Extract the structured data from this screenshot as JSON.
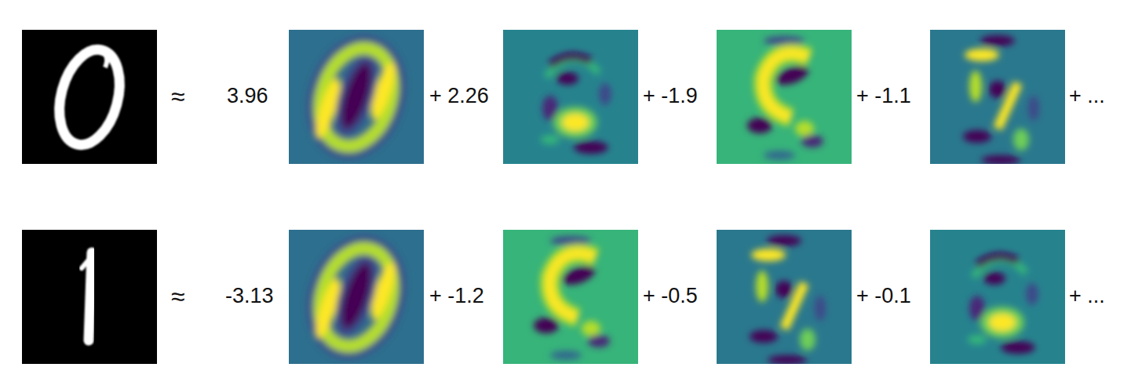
{
  "diagram": {
    "labels": [
      "≈",
      "3.96",
      "+ 2.26",
      "+ -1.9",
      "+ -1.1",
      "+ ...",
      "≈",
      "-3.13",
      "+ -1.2",
      "+ -0.5",
      "+ -0.1",
      "+ ..."
    ]
  }
}
